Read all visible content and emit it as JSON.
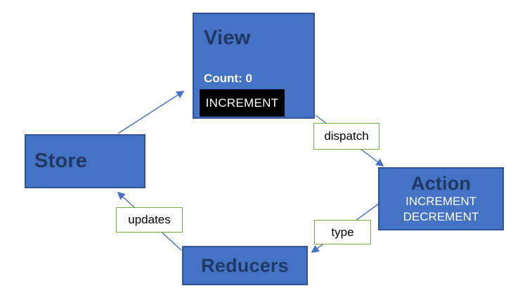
{
  "colors": {
    "node_fill": "#4472C4",
    "node_border": "#2F5597",
    "node_title_text": "#1F3864",
    "node_white_text": "#FFFFFF",
    "edge_label_border": "#70AD47",
    "edge_label_text": "#000000",
    "arrow": "#4472C4",
    "increment_button_bg": "#000000",
    "increment_button_text": "#FFFFFF"
  },
  "nodes": {
    "view": {
      "title": "View",
      "count_text": "Count: 0",
      "button_label": "INCREMENT"
    },
    "store": {
      "title": "Store"
    },
    "action": {
      "title": "Action",
      "lines": [
        "INCREMENT",
        "DECREMENT"
      ]
    },
    "reducers": {
      "title": "Reducers"
    }
  },
  "edges": {
    "dispatch_label": "dispatch",
    "updates_label": "updates",
    "type_label": "type"
  }
}
